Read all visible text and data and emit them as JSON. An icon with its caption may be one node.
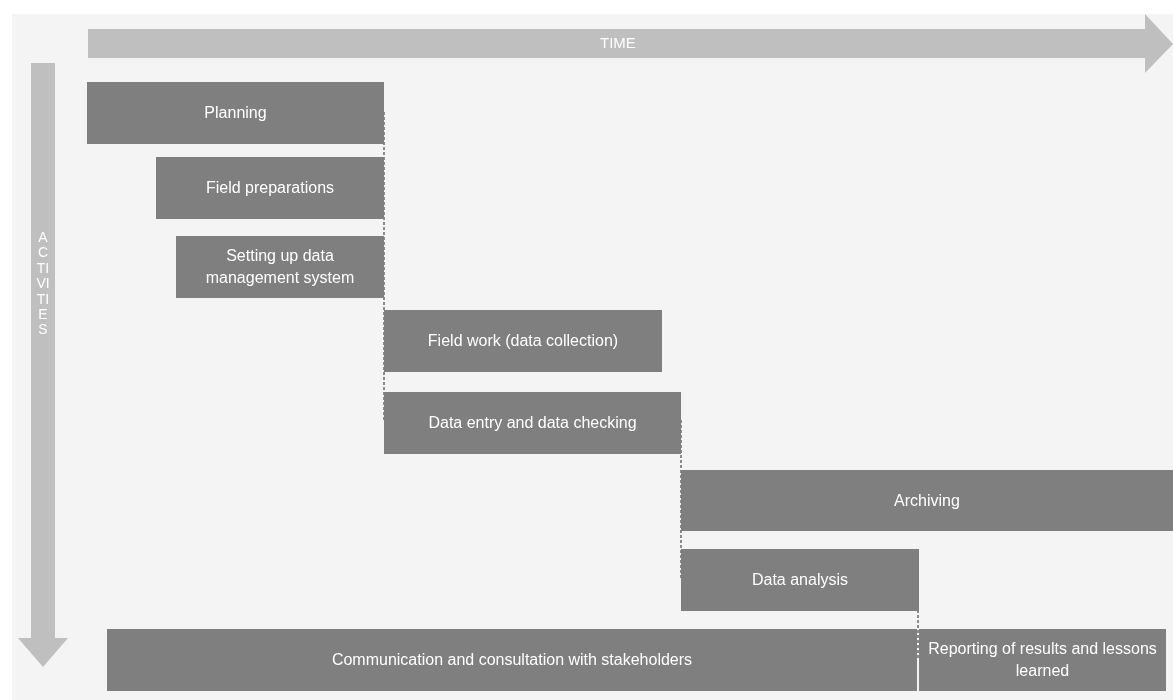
{
  "diagram": {
    "nodes": [
      {
        "text": [
          "Planning"
        ]
      },
      {
        "text": [
          "Field preparations"
        ]
      },
      {
        "text": [
          "Setting up data management system"
        ]
      },
      {
        "text": [
          "Field work (data collection)"
        ]
      },
      {
        "text": [
          "Data entry and data checking"
        ]
      },
      {
        "text": [
          "Archiving"
        ]
      },
      {
        "text": [
          "Data analysis"
        ]
      },
      {
        "text": [
          "Communication and consultation with stakeholders"
        ]
      },
      {
        "text": [
          "Reporting of results and lessons learned"
        ]
      }
    ],
    "labels": [
      "TIME",
      "ACTIVITIES"
    ]
  }
}
